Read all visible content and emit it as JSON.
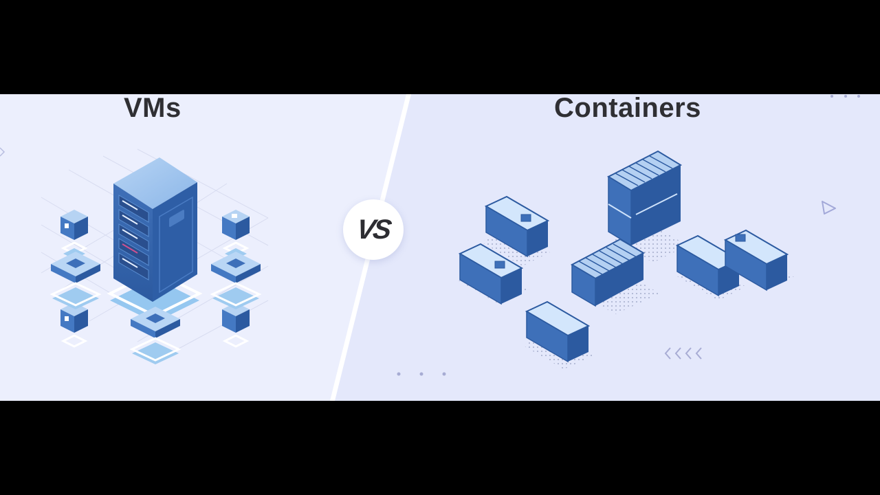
{
  "left_panel": {
    "title": "VMs",
    "illustration": "isometric server rack surrounded by virtual machine nodes",
    "icons": [
      "server-rack-icon",
      "vm-cube-icon",
      "vm-node-icon"
    ]
  },
  "center": {
    "badge": "VS"
  },
  "right_panel": {
    "title": "Containers",
    "illustration": "isometric shipping containers",
    "container_count": 7,
    "decorations": [
      "triangle-outline-icon",
      "chevrons-left-icon",
      "dots-icon"
    ]
  },
  "colors": {
    "letterbox": "#000000",
    "left_bg": "#eceffd",
    "right_bg": "#e4e8fb",
    "primary_blue": "#2f5ea8",
    "light_blue": "#cfe3fb",
    "title_text": "#2f2f33"
  }
}
